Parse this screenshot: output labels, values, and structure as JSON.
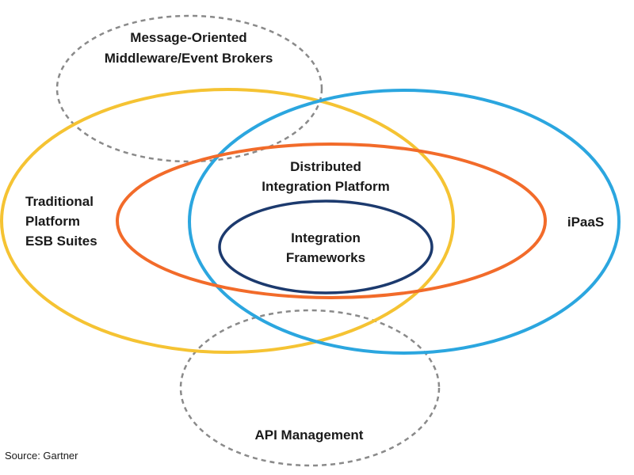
{
  "colors": {
    "traditional_platform": "#F5C333",
    "ipaas": "#2BA6DF",
    "distributed_integration_platform": "#F26B2A",
    "integration_frameworks": "#1C3A6E",
    "dashed": "#8A8A8A",
    "text": "#1a1a1a"
  },
  "labels": {
    "mom_line1": "Message-Oriented",
    "mom_line2": "Middleware/Event Brokers",
    "traditional_line1": "Traditional",
    "traditional_line2": "Platform",
    "traditional_line3": "ESB Suites",
    "distributed_line1": "Distributed",
    "distributed_line2": "Integration Platform",
    "frameworks_line1": "Integration",
    "frameworks_line2": "Frameworks",
    "ipaas": "iPaaS",
    "api_management": "API Management"
  },
  "source": "Source: Gartner"
}
